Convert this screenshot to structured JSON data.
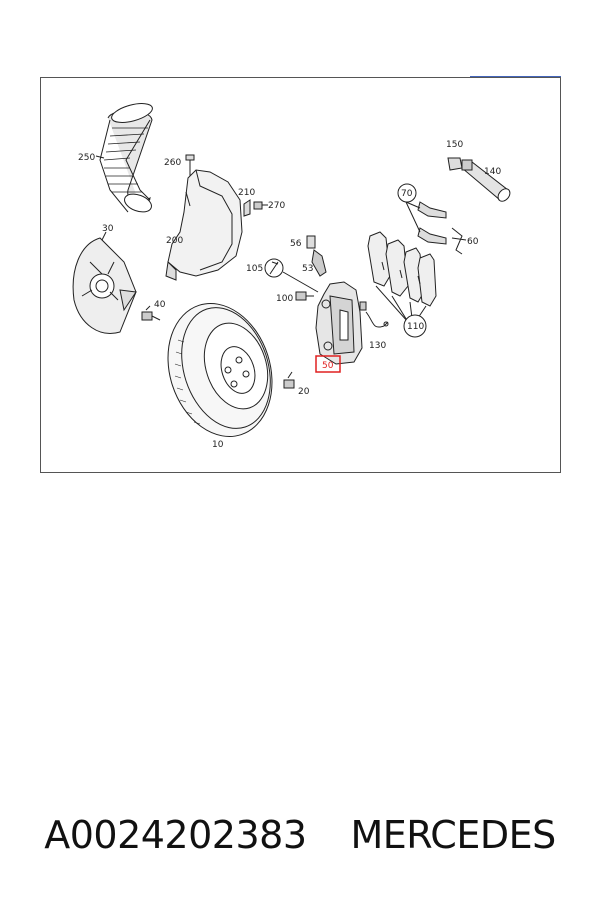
{
  "diagram": {
    "labels": {
      "l250": "250",
      "l260": "260",
      "l210": "210",
      "l270": "270",
      "l200": "200",
      "l30": "30",
      "l40": "40",
      "l150": "150",
      "l140": "140",
      "l70": "70",
      "l60": "60",
      "l56": "56",
      "l53": "53",
      "l105": "105",
      "l100": "100",
      "l130": "130",
      "l110": "110",
      "l50": "50",
      "l20": "20",
      "l10": "10"
    },
    "highlight_color": "#e02020"
  },
  "caption": {
    "part_number": "A0024202383",
    "brand": "MERCEDES"
  }
}
